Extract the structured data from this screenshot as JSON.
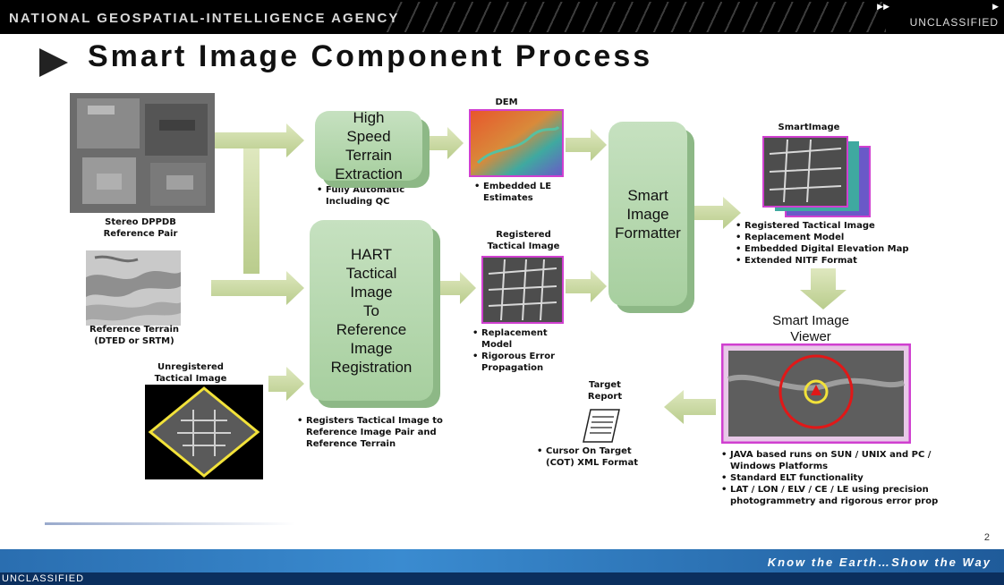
{
  "header": {
    "agency": "NATIONAL GEOSPATIAL-INTELLIGENCE AGENCY",
    "classification": "UNCLASSIFIED"
  },
  "title": "Smart Image Component Process",
  "inputs": {
    "stereo": "Stereo DPPDB\nReference Pair",
    "terrain": "Reference Terrain\n(DTED or SRTM)",
    "unregistered": "Unregistered\nTactical Image"
  },
  "boxes": {
    "hste": "High\nSpeed\nTerrain\nExtraction",
    "hart": "HART\nTactical\nImage\nTo\nReference\nImage\nRegistration",
    "formatter": "Smart\nImage\nFormatter"
  },
  "notes": {
    "hste": [
      "Fully Automatic Including QC"
    ],
    "dem_label": "DEM",
    "dem": [
      "Embedded LE Estimates"
    ],
    "registered_label": "Registered\nTactical Image",
    "registered": [
      "Replacement Model",
      "Rigorous Error Propagation"
    ],
    "hart": [
      "Registers Tactical Image to Reference Image Pair and Reference Terrain"
    ],
    "smartimage_label": "SmartImage",
    "smartimage": [
      "Registered Tactical Image",
      "Replacement Model",
      "Embedded Digital Elevation Map",
      "Extended NITF Format"
    ],
    "viewer_label": "Smart Image\nViewer",
    "viewer": [
      "JAVA based runs on SUN / UNIX and PC / Windows Platforms",
      "Standard ELT functionality",
      "LAT / LON / ELV / CE / LE using precision photogrammetry and rigorous error prop"
    ],
    "target_label": "Target\nReport",
    "target": [
      "Cursor On Target (COT) XML Format"
    ]
  },
  "footer": {
    "slogan": "Know the Earth…Show the Way",
    "classification": "UNCLASSIFIED",
    "page": "2"
  },
  "colors": {
    "box": "#a7cf9f",
    "arrow": "#c9d9a6",
    "frame_magenta": "#d040d0",
    "frame_yellow": "#f2e23a",
    "target_circle": "#e01818"
  }
}
